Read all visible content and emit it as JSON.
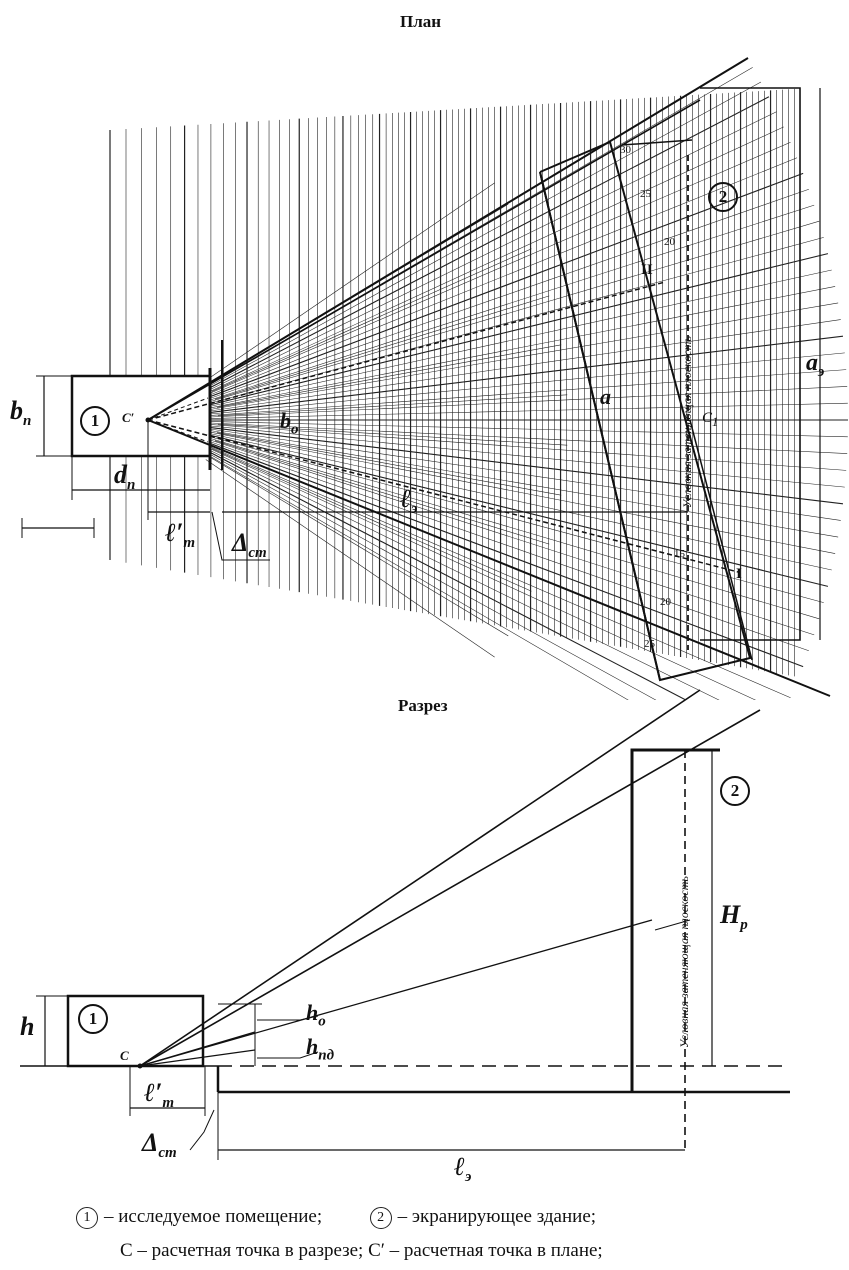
{
  "titles": {
    "plan": "План",
    "section": "Разрез"
  },
  "plan_labels": {
    "b_p": "b",
    "b_p_sub": "п",
    "d_p": "d",
    "d_p_sub": "п",
    "l_t": "ℓ′",
    "l_t_sub": "т",
    "delta_st": "Δ",
    "delta_st_sub": "ст",
    "b_o": "b",
    "b_o_sub": "о",
    "l_e": "ℓ",
    "l_e_sub": "э",
    "a_e": "a",
    "a_e_sub": "э",
    "c_prime": "C′",
    "c1": "C",
    "c1_sub": "1",
    "a": "a",
    "ray_II": "II",
    "ray_I": "I",
    "room_num": "1",
    "building_num": "2",
    "plane_label": "Условная затеняющая плоскость",
    "ticks": [
      "30",
      "25",
      "20",
      "15",
      "20",
      "25"
    ]
  },
  "section_labels": {
    "h": "h",
    "h_o": "h",
    "h_o_sub": "о",
    "h_pd": "h",
    "h_pd_sub": "пд",
    "H_r": "H",
    "H_r_sub": "р",
    "l_t": "ℓ′",
    "l_t_sub": "т",
    "delta_st": "Δ",
    "delta_st_sub": "ст",
    "l_e": "ℓ",
    "l_e_sub": "э",
    "c": "C",
    "room_num": "1",
    "building_num": "2",
    "plane_label": "Условная затеняющая плоскость"
  },
  "legend": {
    "item1_num": "1",
    "item1_text": "– исследуемое помещение;",
    "item2_num": "2",
    "item2_text": "– экранирующее здание;",
    "line2": "C – расчетная точка в разрезе; C′ – расчетная точка в плане;"
  }
}
